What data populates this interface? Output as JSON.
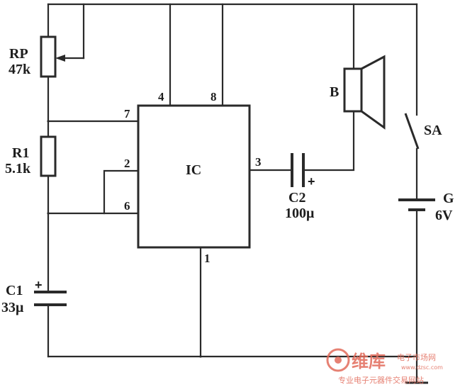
{
  "components": {
    "rp": {
      "name": "RP",
      "value": "47k"
    },
    "r1": {
      "name": "R1",
      "value": "5.1k"
    },
    "c1": {
      "name": "C1",
      "value": "33μ",
      "polarity": "+"
    },
    "c2": {
      "name": "C2",
      "value": "100μ",
      "polarity": "+"
    },
    "ic": {
      "name": "IC"
    },
    "speaker": {
      "name": "B"
    },
    "switch": {
      "name": "SA"
    },
    "battery": {
      "name": "G",
      "value": "6V"
    }
  },
  "ic_pins": {
    "p1": "1",
    "p2": "2",
    "p3": "3",
    "p4": "4",
    "p6": "6",
    "p7": "7",
    "p8": "8"
  },
  "watermark": {
    "brand": "维库",
    "site": "电子市场网",
    "url": "www.dzsc.com",
    "tagline": "专业电子元器件交易网站"
  },
  "colors": {
    "ink": "#2a2a2a",
    "watermark": "#e26b5a"
  }
}
